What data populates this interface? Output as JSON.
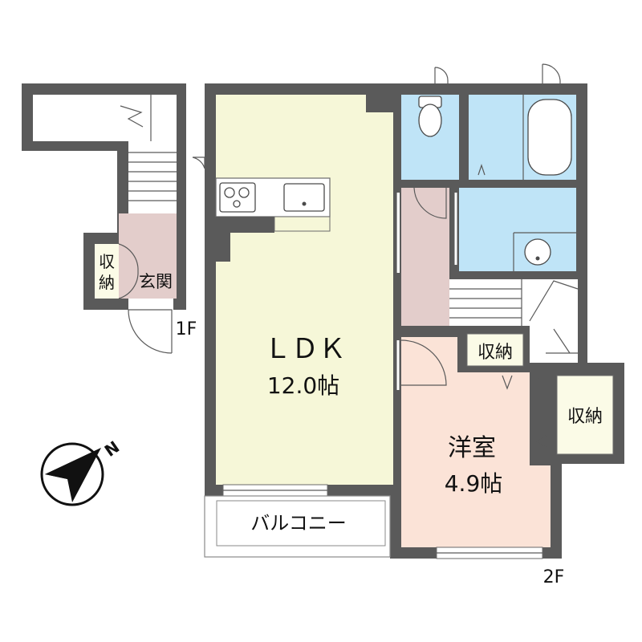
{
  "floor_1": {
    "storage_label_line1": "収",
    "storage_label_line2": "納",
    "entrance_label": "玄関",
    "floor_label": "1F"
  },
  "floor_2": {
    "ldk_label": "ＬＤＫ",
    "ldk_size": "12.0帖",
    "western_room_label": "洋室",
    "western_room_size": "4.9帖",
    "storage_hall_label": "収納",
    "storage_side_label": "収納",
    "balcony_label": "バルコニー",
    "floor_label": "2F"
  },
  "compass": {
    "north_label": "N"
  },
  "colors": {
    "wall": "#5a5a5a",
    "ldk": "#f6f7d8",
    "western_room": "#fbe3d7",
    "hall": "#e3cdcb",
    "wet_area": "#bfe4f7",
    "storage": "#fbfbe7",
    "balcony": "#ffffff"
  }
}
